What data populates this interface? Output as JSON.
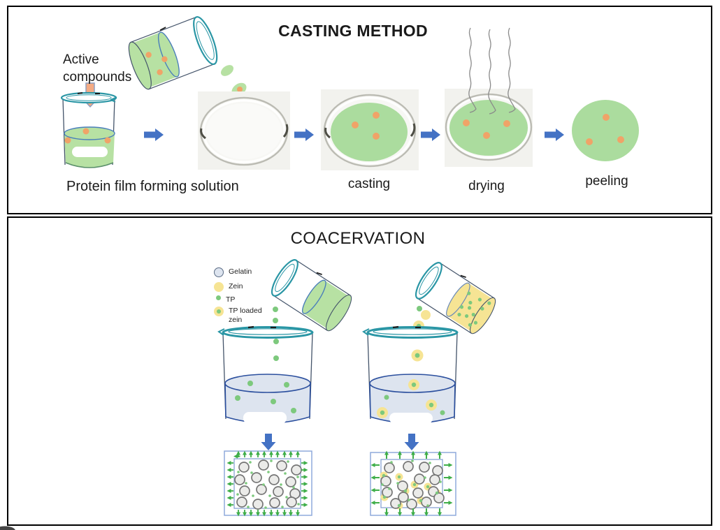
{
  "colors": {
    "panel_border": "#000000",
    "solution_green": "#b7e1a3",
    "film_green": "#abdc9e",
    "active_compound_orange": "#f0a368",
    "flow_arrow_blue": "#4472c4",
    "pour_arrow_salmon": "#f4ab84",
    "beaker_rim_teal": "#2a96a5",
    "gelatin_blue": "#dde4ef",
    "zein_yellow": "#f6e494",
    "tp_green": "#7dc97d",
    "release_arrow_green": "#3fae49",
    "glass_gray": "#44546a"
  },
  "casting_panel": {
    "title": "CASTING METHOD",
    "active_compounds_label": "Active compounds",
    "solution_label": "Protein film forming solution",
    "casting_label": "casting",
    "drying_label": "drying",
    "peeling_label": "peeling"
  },
  "coacervation_panel": {
    "title": "COACERVATION",
    "legend": [
      {
        "label": "Gelatin"
      },
      {
        "label": "Zein"
      },
      {
        "label": "TP"
      },
      {
        "label": "TP loaded zein"
      }
    ]
  }
}
